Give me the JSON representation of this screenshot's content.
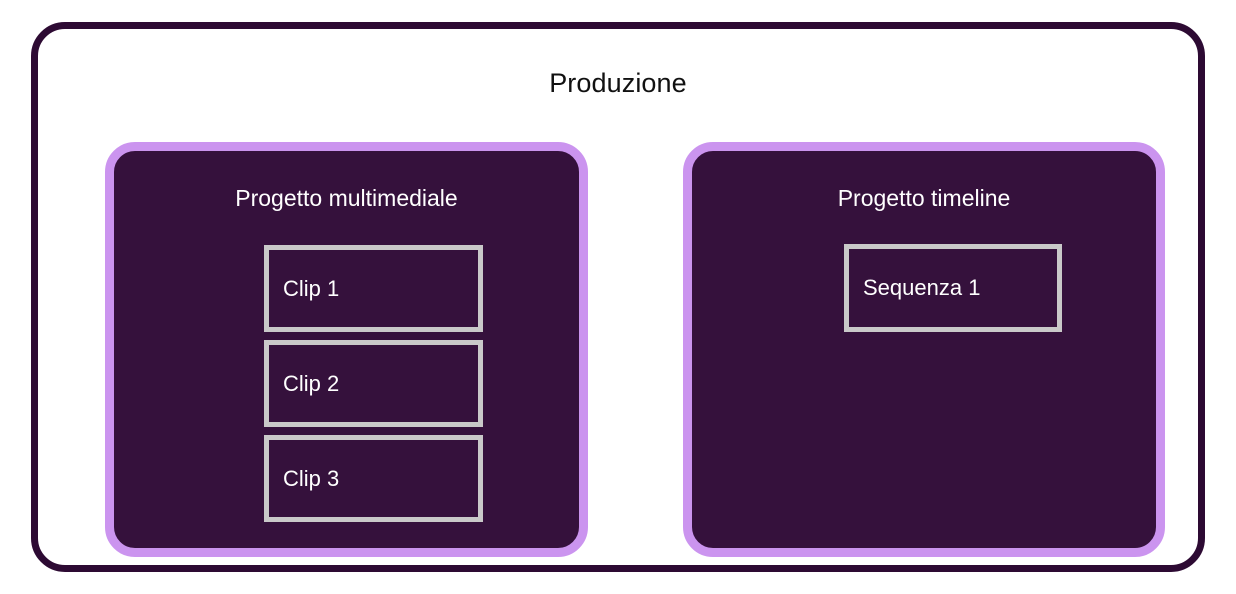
{
  "diagram": {
    "title": "Produzione",
    "panels": [
      {
        "id": "multimedia-project",
        "title": "Progetto multimediale",
        "items": [
          {
            "label": "Clip 1"
          },
          {
            "label": "Clip 2"
          },
          {
            "label": "Clip 3"
          }
        ]
      },
      {
        "id": "timeline-project",
        "title": "Progetto timeline",
        "items": [
          {
            "label": "Sequenza 1"
          }
        ]
      }
    ]
  },
  "colors": {
    "outer_border": "#2d0a33",
    "panel_border": "#cb94ef",
    "panel_fill": "#35113c",
    "item_border": "#c9c9c9",
    "item_text": "#ffffff",
    "title_text": "#111111",
    "background": "#ffffff"
  }
}
